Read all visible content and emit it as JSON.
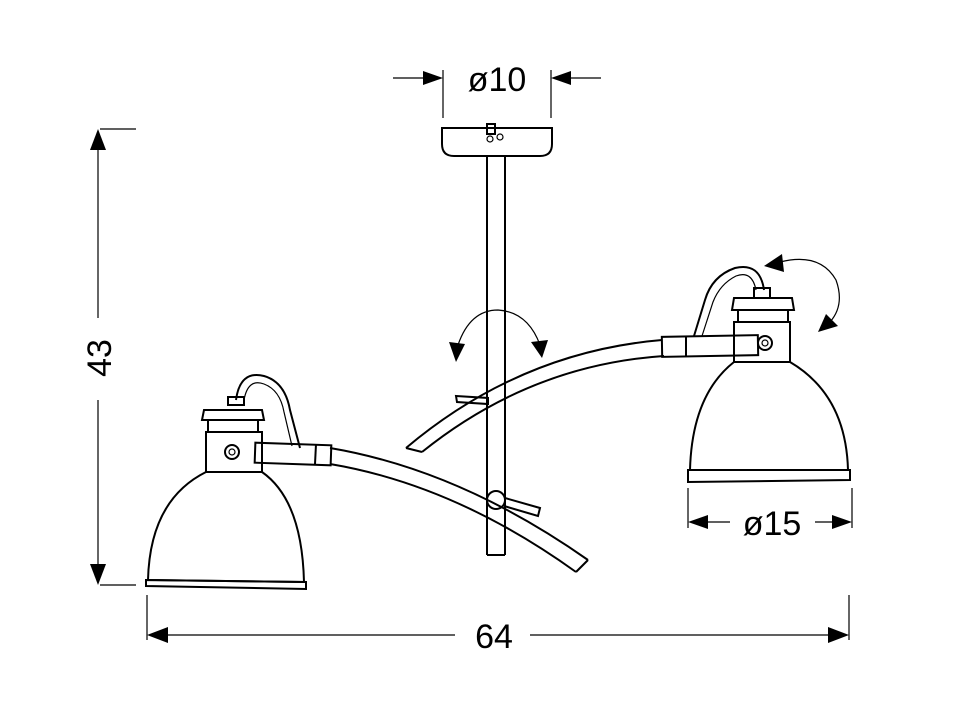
{
  "dimensions": {
    "canopy_diameter": "ø10",
    "shade_diameter": "ø15",
    "height": "43",
    "width": "64"
  },
  "colors": {
    "stroke": "#000000",
    "background": "#ffffff"
  },
  "icons": {
    "rotate_center": "rotate-arrow-icon",
    "rotate_right_shade": "rotate-arrow-icon"
  }
}
